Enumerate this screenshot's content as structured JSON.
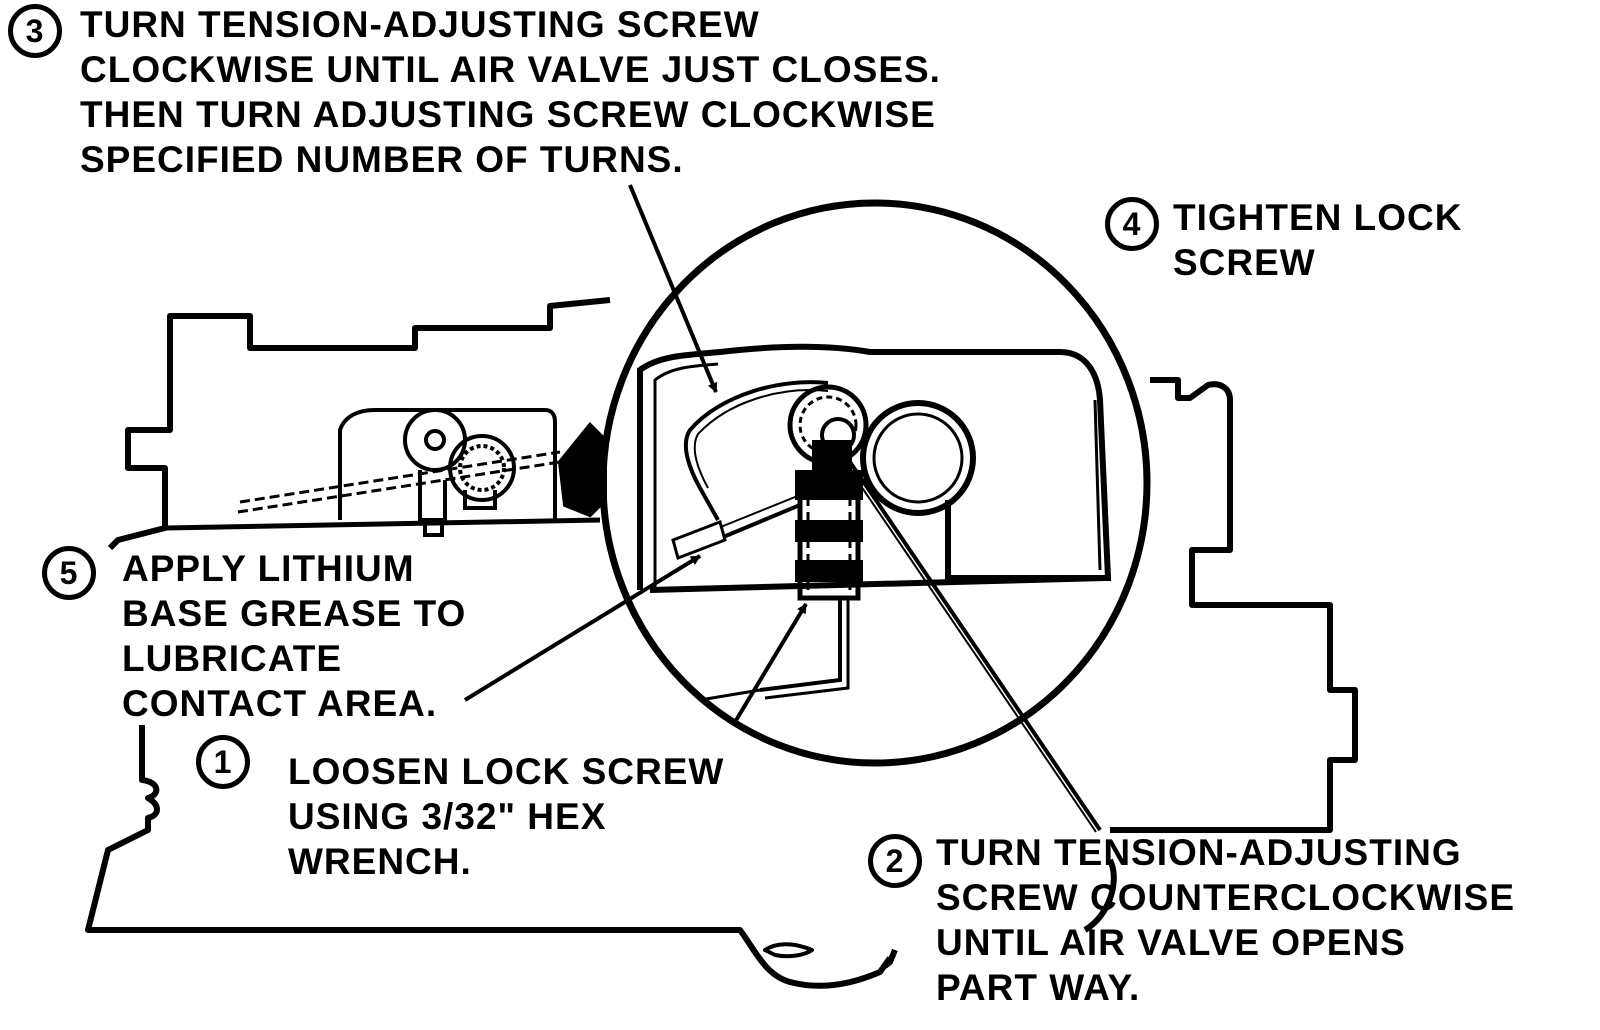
{
  "steps": [
    {
      "number": "1",
      "lines": [
        "LOOSEN LOCK SCREW",
        "USING 3/32\" HEX",
        "WRENCH."
      ]
    },
    {
      "number": "2",
      "lines": [
        "TURN TENSION-ADJUSTING",
        "SCREW COUNTERCLOCKWISE",
        "UNTIL AIR VALVE OPENS",
        "PART WAY."
      ]
    },
    {
      "number": "3",
      "lines": [
        "TURN TENSION-ADJUSTING SCREW",
        "CLOCKWISE UNTIL AIR VALVE JUST CLOSES.",
        "THEN TURN ADJUSTING SCREW CLOCKWISE",
        "SPECIFIED NUMBER OF TURNS."
      ]
    },
    {
      "number": "4",
      "lines": [
        "TIGHTEN LOCK",
        "SCREW"
      ]
    },
    {
      "number": "5",
      "lines": [
        "APPLY LITHIUM",
        "BASE GREASE TO",
        "LUBRICATE",
        "CONTACT AREA."
      ]
    }
  ]
}
